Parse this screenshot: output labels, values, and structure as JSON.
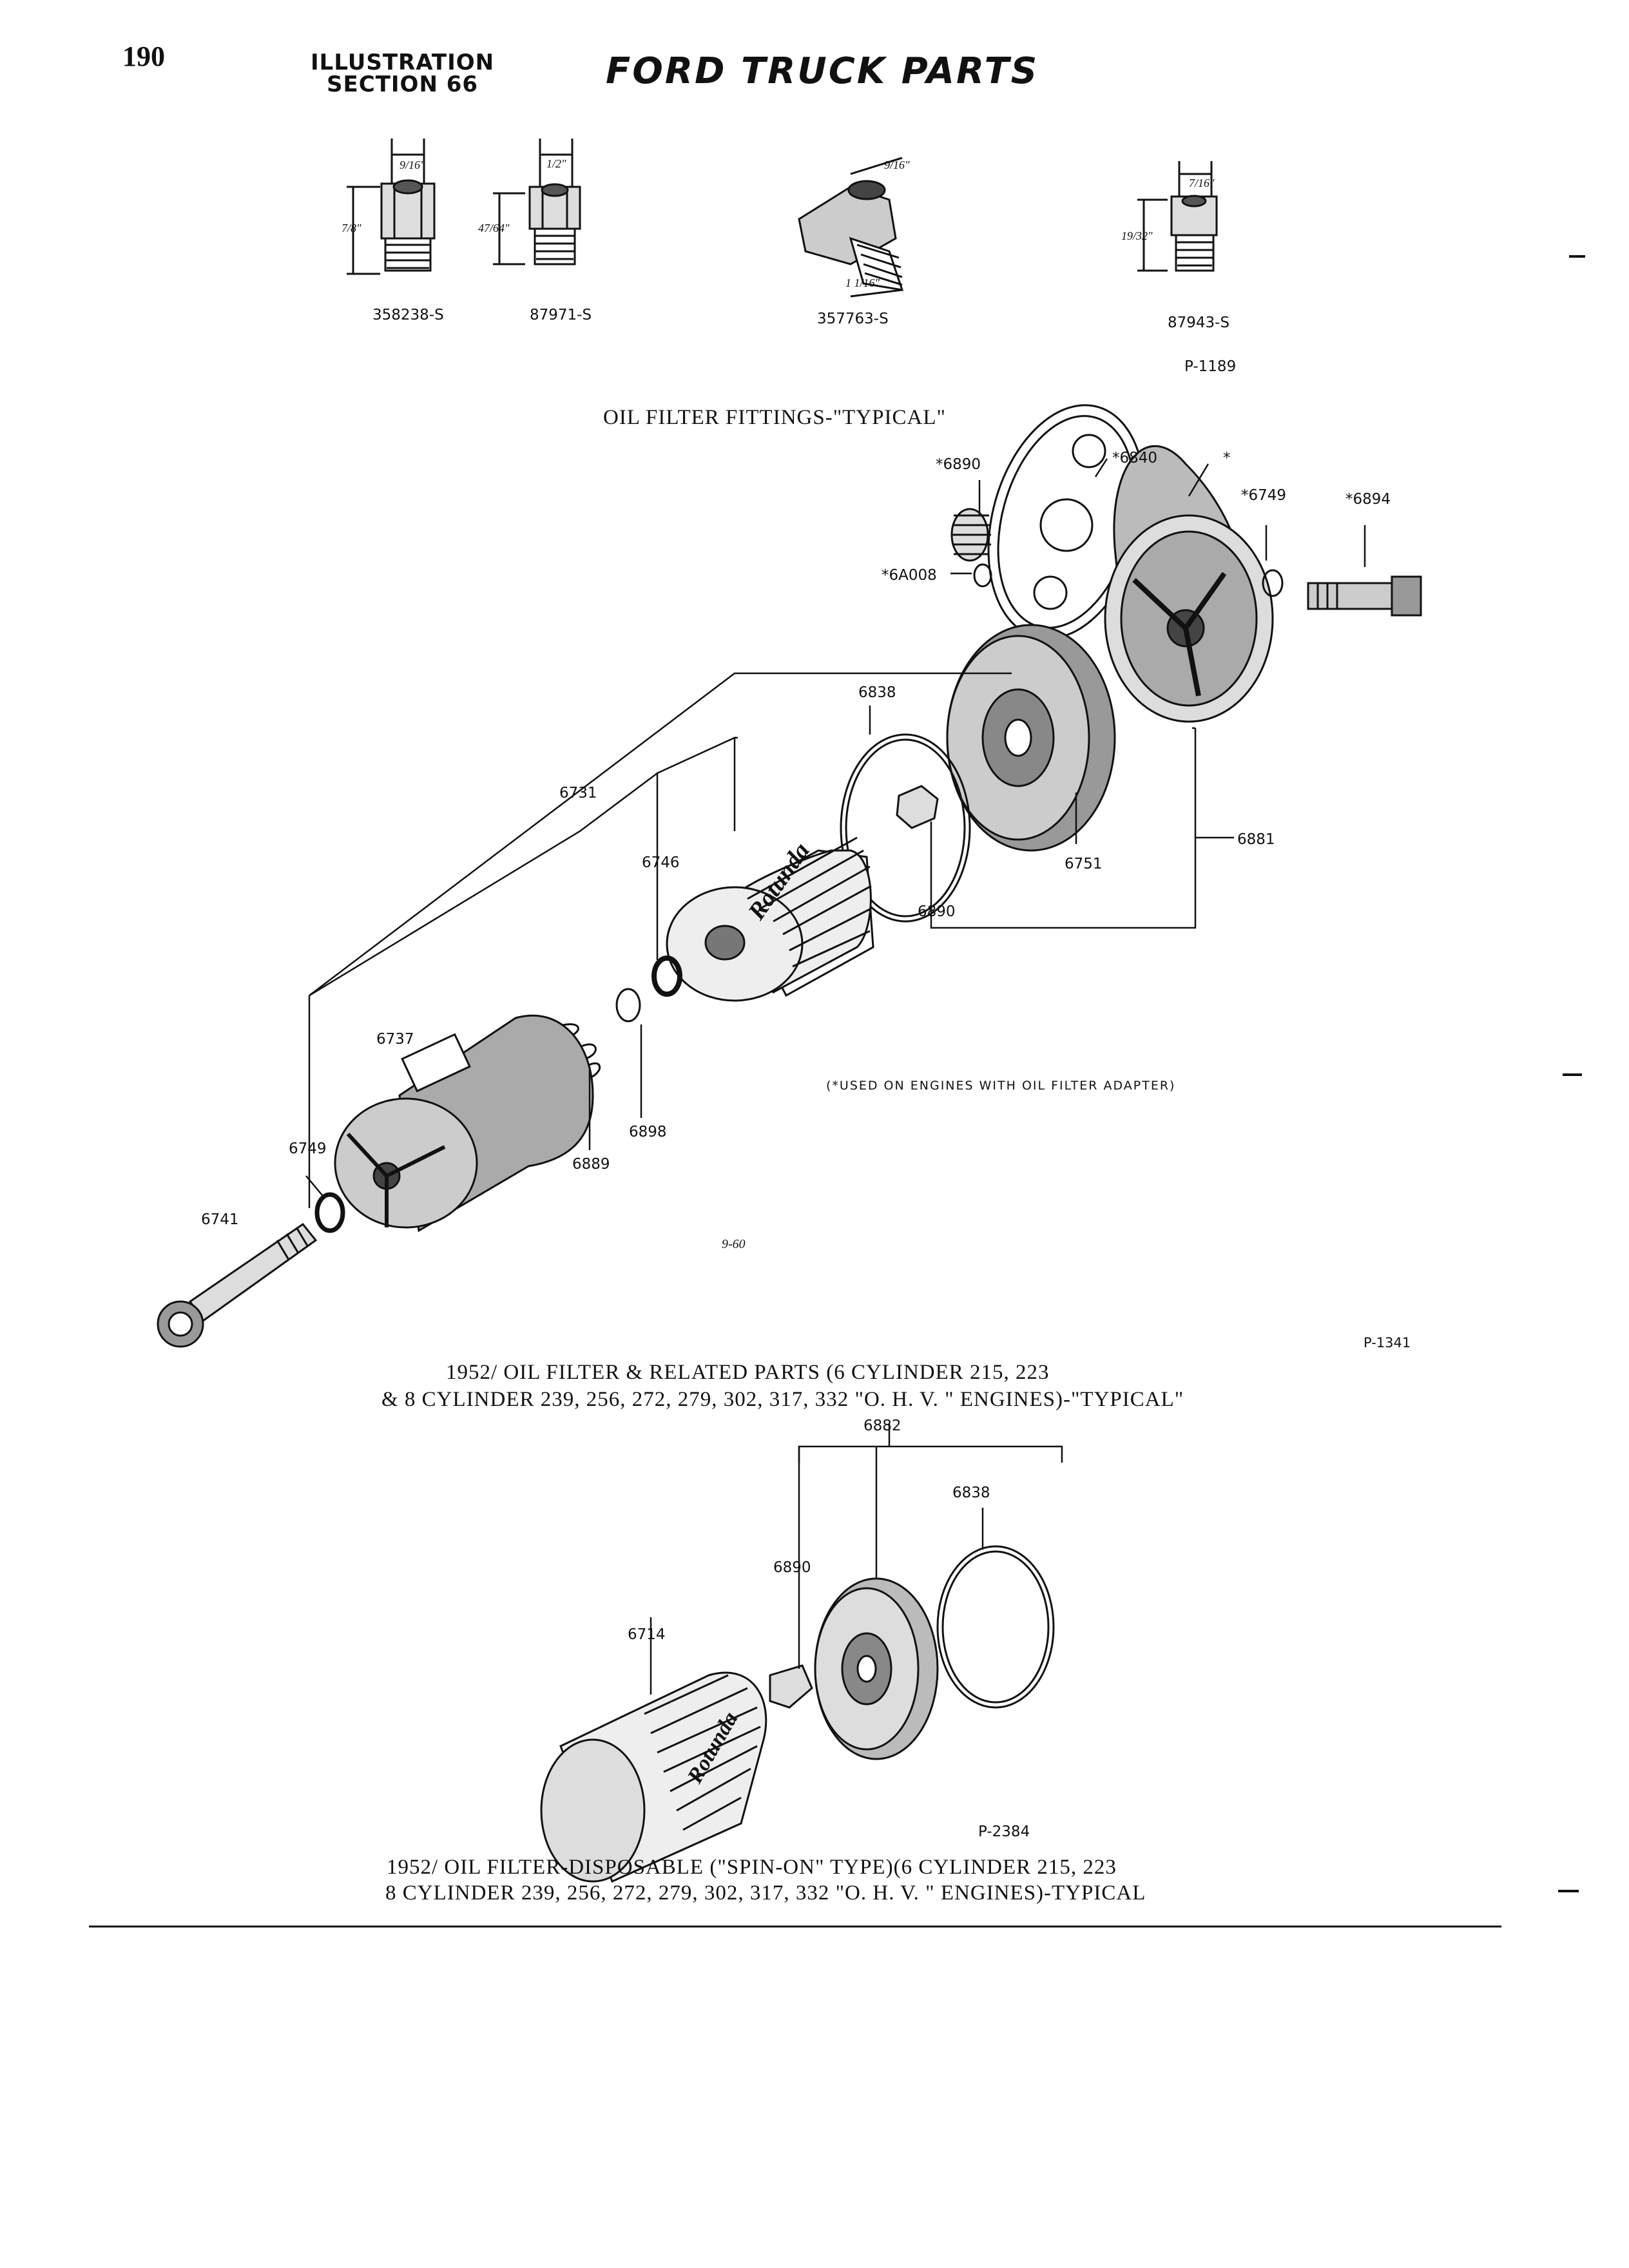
{
  "header": {
    "page_number": "190",
    "section_line1": "ILLUSTRATION",
    "section_line2": "SECTION 66",
    "title": "FORD TRUCK PARTS"
  },
  "fittings": {
    "items": [
      {
        "part": "358238-S",
        "dim_top": "9/16\"",
        "dim_side": "7/8\""
      },
      {
        "part": "87971-S",
        "dim_top": "1/2\"",
        "dim_side": "47/64\""
      },
      {
        "part": "357763-S",
        "dim_top": "9/16\"",
        "dim_side": "1 1/16\""
      },
      {
        "part": "87943-S",
        "dim_top": "7/16\"",
        "dim_side": "19/32\""
      }
    ],
    "plate": "P-1189",
    "caption": "OIL FILTER FITTINGS-\"TYPICAL\""
  },
  "filter_assembly": {
    "labels": {
      "l6890_top": "*6890",
      "l6840": "*6840",
      "l_star": "*",
      "l6749_top": "*6749",
      "l6894": "*6894",
      "l6A008": "*6A008",
      "l6838": "6838",
      "l6731": "6731",
      "l6746": "6746",
      "l6751": "6751",
      "l6881": "6881",
      "l6890": "6890",
      "l6737": "6737",
      "l6749": "6749",
      "l6889": "6889",
      "l6898": "6898",
      "l6741": "6741"
    },
    "note": "(*USED ON ENGINES WITH OIL FILTER ADAPTER)",
    "date_code": "9-60",
    "plate": "P-1341",
    "caption_line1": "1952/  OIL FILTER & RELATED PARTS (6 CYLINDER 215, 223",
    "caption_line2": "& 8 CYLINDER 239, 256, 272,  279, 302, 317, 332 \"O. H. V. \" ENGINES)-\"TYPICAL\""
  },
  "spin_on": {
    "labels": {
      "l6882": "6882",
      "l6838": "6838",
      "l6890": "6890",
      "l6714": "6714"
    },
    "plate": "P-2384",
    "caption_line1": "1952/ OIL FILTER-DISPOSABLE (\"SPIN-ON\" TYPE)(6 CYLINDER 215, 223",
    "caption_line2": "8 CYLINDER 239, 256, 272, 279, 302, 317, 332 \"O. H. V. \" ENGINES)-TYPICAL"
  },
  "filter_brand_text": "Rotunda"
}
